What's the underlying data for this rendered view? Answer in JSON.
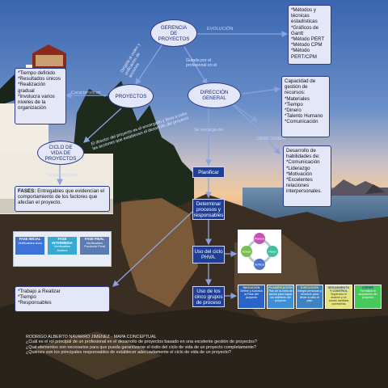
{
  "nodes": {
    "gerencia": "GERENCIA DE PROYECTOS",
    "proyectos": "PROYECTOS",
    "direccion": "DIRECCIÓN GENERAL",
    "ciclo": "CICLO DE VIDA DE PROYECTOS"
  },
  "link_labels": {
    "evolucion": "EVOLUCIÓN",
    "dirigida_a": "Dirigida al orden y unificación de acciones",
    "guiada_por": "Guiada por el profesional en el",
    "caracteristicas": "Características",
    "director_text": "El director del proyecto es el encargado y lleva a cabo las acciones que establecen el desarrollo del proyecto",
    "se_encarga": "Se encarga de",
    "debe_tener": "DEBE TENER",
    "se_garantiza": "Se garantiza en"
  },
  "boxes": {
    "metodos": [
      "*Métodos y técnicas estadísticas",
      "*Gráficos de Gantt",
      "*Método PERT",
      "*Método CPM",
      "*Método PERT/CPM"
    ],
    "capacidad": [
      "Capacidad de gestión de recursos:",
      "*Materiales",
      "*Tiempo",
      "*Dinero",
      "*Talento Humano",
      "*Comunicación"
    ],
    "habilidades": [
      "Desarrollo de habilidades de:",
      "*Comunicación",
      "*Liderazgo",
      "*Motivación",
      "*Excelentes relaciones interpersonales."
    ],
    "caracteristicas_list": [
      "*Tiempo definido",
      "*Resultados únicos",
      "*Realización gradual",
      "*Involucra varios niveles de la organización"
    ],
    "fases_label": "FASES:",
    "fases_text": "Entregables que evidencian el comportamiento de los factores que afectan el proyecto.",
    "trabajo": [
      "*Trabajo a Realizar",
      "*Tiempo",
      "*Responsables"
    ]
  },
  "flow": {
    "planificar": "Planificar",
    "determinar": "Determinar procesos y responsables",
    "phva": "Uso del ciclo PHVA.",
    "cinco": "Uso de los cinco grupos de proceso"
  },
  "phases": [
    {
      "title": "FASE INICIAL",
      "sub": "Verificables Acta"
    },
    {
      "title": "FASE INTERMEDIA",
      "sub": "Verificables Avance"
    },
    {
      "title": "FASE FINAL",
      "sub": "Verificables Producto Final"
    }
  ],
  "process_groups": [
    {
      "title": "INICIACIÓN",
      "text": "Define y Autoriza la Fase del proyecto",
      "color": "#2a64c8"
    },
    {
      "title": "PLANIFICACIÓN",
      "text": "Plan de la línea de acción para lograr los objetivos del proyecto",
      "color": "#3f8fd8"
    },
    {
      "title": "EJECUCIÓN",
      "text": "Integra personas y recursos para llevar a cabo el plan",
      "color": "#3f82c4"
    },
    {
      "title": "SEGUIMIENTO Y CONTROL",
      "text": "Supervisa el avance y se toman medidas correctivas",
      "color": "#e6e47a"
    },
    {
      "title": "CIERRE",
      "text": "Formaliza la aceptación del proyecto",
      "color": "#46c85a"
    }
  ],
  "phva_cycle": [
    "Planear",
    "Hacer",
    "Verificar",
    "Actuar"
  ],
  "footer": {
    "author": "RODRIGO ALBERTO NAVARRO JIMENEZ  -  MAPA CONCEPTUAL",
    "q1": "¿Cuál es el rol principal de un profesional en el desarrollo de proyectos basado en una excelente gestión de proyectos?",
    "q2": "¿Qué elementos son necesarios para que pueda garantizarse el éxito del ciclo de vida de un proyecto completamente?",
    "q3": "¿Quiénes son los principales responsables de establecer adecuadamente el ciclo de vida de un proyecto?"
  },
  "colors": {
    "box_border": "#2f3a8a",
    "box_fill": "#e4e7f8",
    "flow_fill": "#1f3f97",
    "arrow": "#8aa3e0"
  }
}
